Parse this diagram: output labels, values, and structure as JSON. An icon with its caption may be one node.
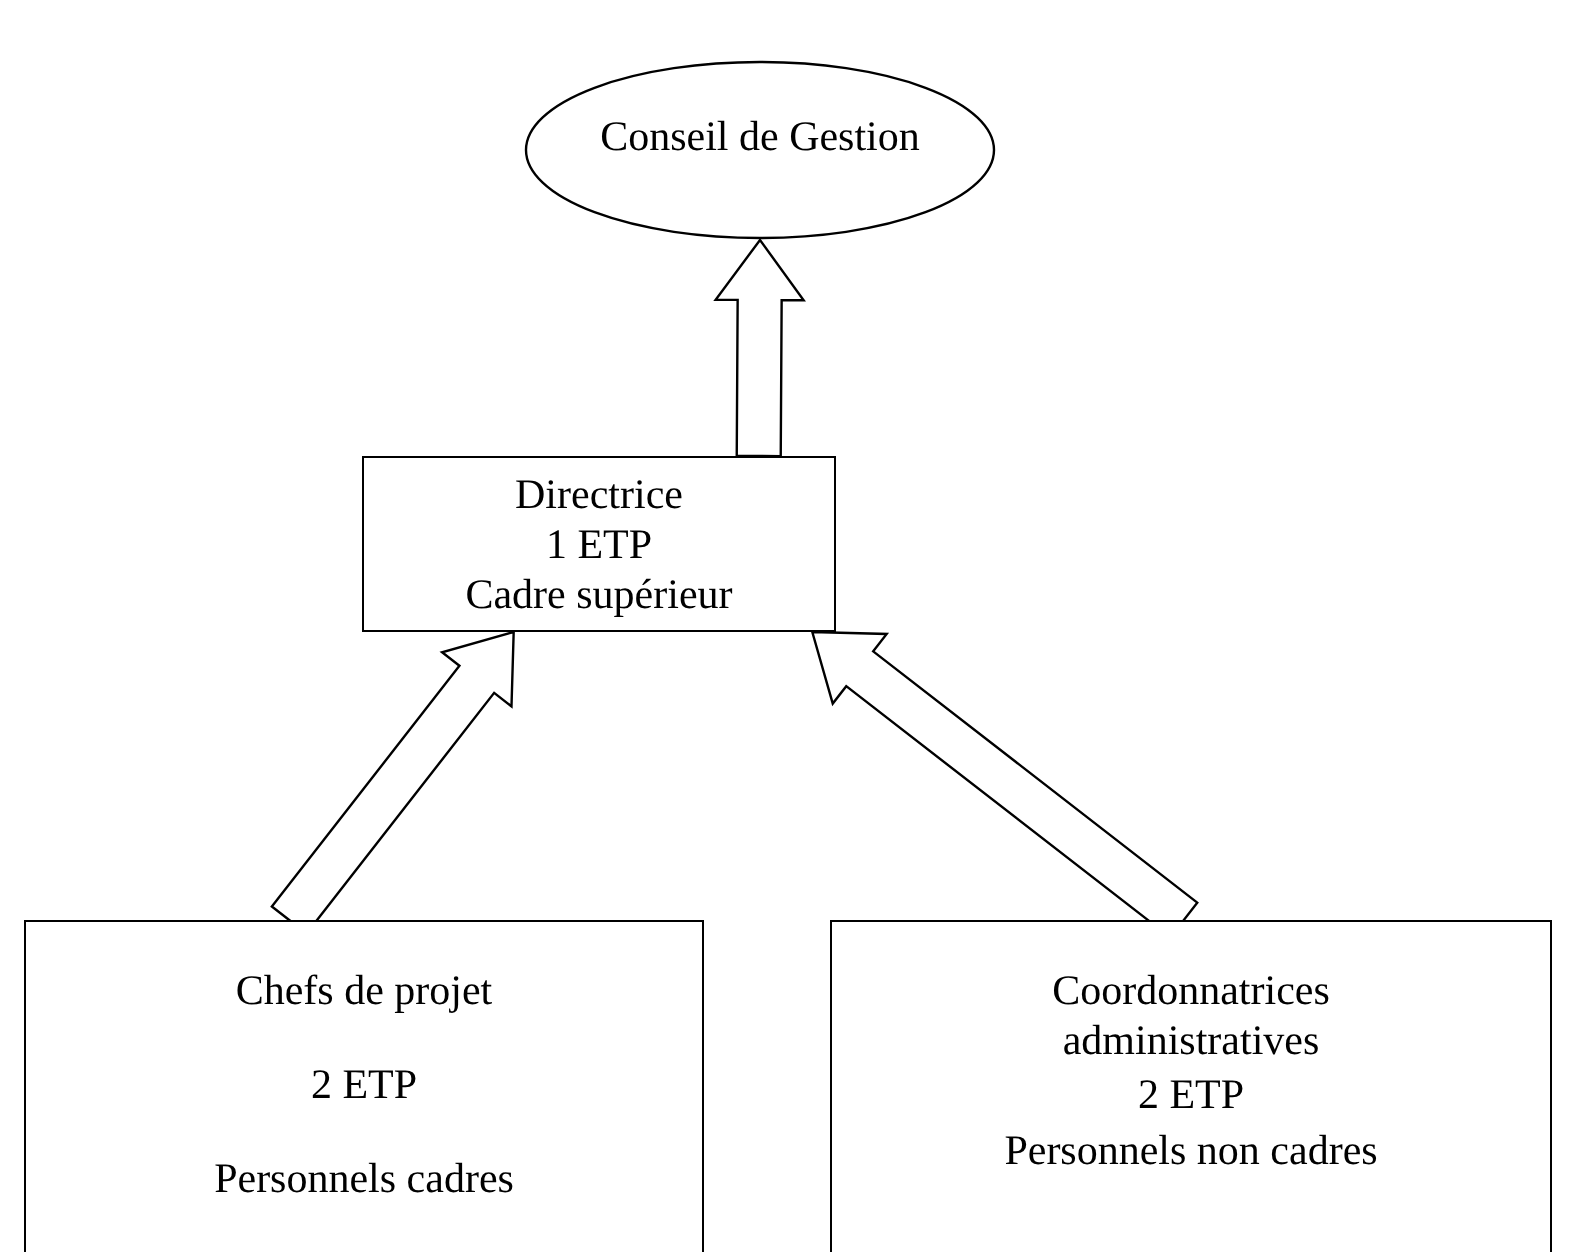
{
  "diagram": {
    "nodes": [
      {
        "text": [
          "Conseil  de Gestion"
        ]
      },
      {
        "text": [
          "Directrice",
          "1 ETP",
          "Cadre supérieur"
        ]
      },
      {
        "text": [
          "Chefs de projet",
          "2 ETP",
          "Personnels cadres"
        ]
      },
      {
        "text": [
          "Coordonnatrices administratives",
          "2 ETP",
          "Personnels non cadres"
        ]
      }
    ],
    "edges": [
      {
        "from": 1,
        "to": 0,
        "arrow": "to"
      },
      {
        "from": 2,
        "to": 1,
        "arrow": "to"
      },
      {
        "from": 3,
        "to": 1,
        "arrow": "to"
      }
    ]
  }
}
